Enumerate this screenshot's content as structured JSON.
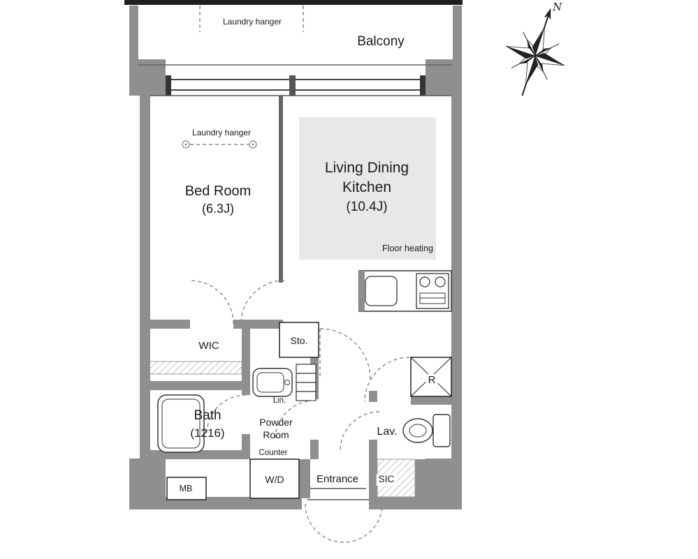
{
  "colors": {
    "wall": "#8f8f8f",
    "floor_heating_fill": "#e8e8e8",
    "line": "#1a1a1a",
    "dashed": "#888888"
  },
  "compass": {
    "north_label": "N"
  },
  "balcony": {
    "label": "Balcony",
    "laundry_hanger_label": "Laundry hanger"
  },
  "bedroom": {
    "name": "Bed Room",
    "size": "(6.3J)",
    "laundry_hanger_label": "Laundry hanger"
  },
  "ldk": {
    "name": "Living Dining Kitchen",
    "size": "(10.4J)",
    "floor_heating_label": "Floor heating"
  },
  "wic": {
    "label": "WIC"
  },
  "storage": {
    "label": "Sto."
  },
  "bath": {
    "name": "Bath",
    "size": "(1216)"
  },
  "powder_room": {
    "name": "Powder Room",
    "linen_label": "Lin.",
    "counter_label": "Counter"
  },
  "washer_dryer": {
    "label": "W/D"
  },
  "lavatory": {
    "label": "Lav."
  },
  "refrigerator": {
    "label": "R"
  },
  "entrance": {
    "label": "Entrance"
  },
  "shoe_closet": {
    "label": "SIC"
  },
  "meter_box": {
    "label": "MB"
  }
}
